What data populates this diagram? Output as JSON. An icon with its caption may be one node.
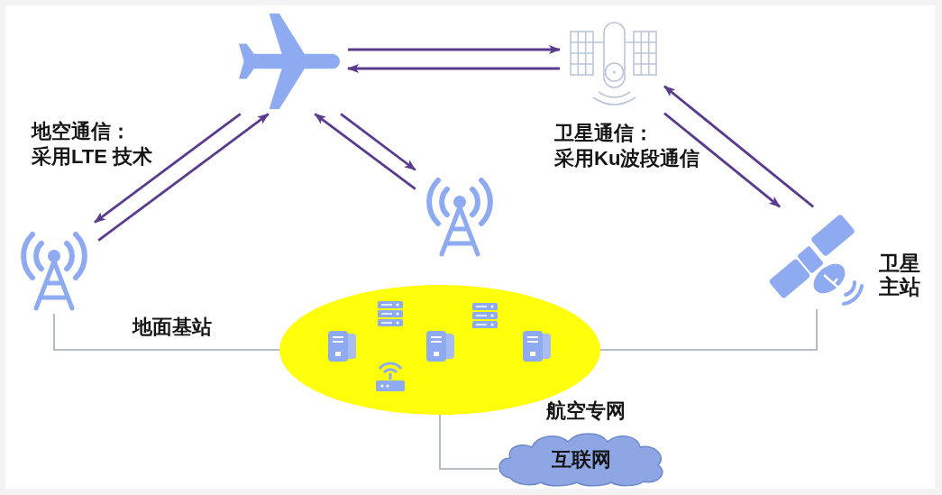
{
  "diagram": {
    "nodes": [
      {
        "text": [],
        "shape": "picture"
      },
      {
        "text": [],
        "shape": "picture"
      },
      {
        "text": [],
        "shape": "picture"
      },
      {
        "text": [],
        "shape": "picture"
      },
      {
        "text": [],
        "shape": "picture",
        "beside": [
          "卫星主站"
        ]
      },
      {
        "text": [],
        "shape": "ellipse",
        "beside": [
          "航空专网"
        ]
      },
      {
        "text": [
          "互联网"
        ]
      }
    ],
    "edges": [
      {
        "from": 0,
        "to": 1,
        "arrow": "to"
      },
      {
        "from": 1,
        "to": 0,
        "arrow": "to"
      },
      {
        "from": 0,
        "to": 2,
        "arrow": "to"
      },
      {
        "from": 2,
        "to": 0,
        "arrow": "to"
      },
      {
        "from": 3,
        "to": 0,
        "arrow": "to"
      },
      {
        "from": 0,
        "to": 3,
        "arrow": "to"
      },
      {
        "from": 4,
        "to": 1,
        "arrow": "to"
      },
      {
        "from": 1,
        "to": 4,
        "arrow": "to"
      },
      {
        "from": 2,
        "to": 5,
        "arrow": "none",
        "color": "#b4bcc6"
      },
      {
        "from": 5,
        "to": 4,
        "arrow": "none",
        "color": "#b4bcc6"
      },
      {
        "from": 5,
        "to": 6,
        "arrow": "none",
        "color": "#b4bcc6"
      }
    ],
    "labels": [
      "地空通信：",
      "采用LTE 技术",
      "卫星通信：",
      "采用Ku波段通信",
      "地面基站"
    ]
  }
}
